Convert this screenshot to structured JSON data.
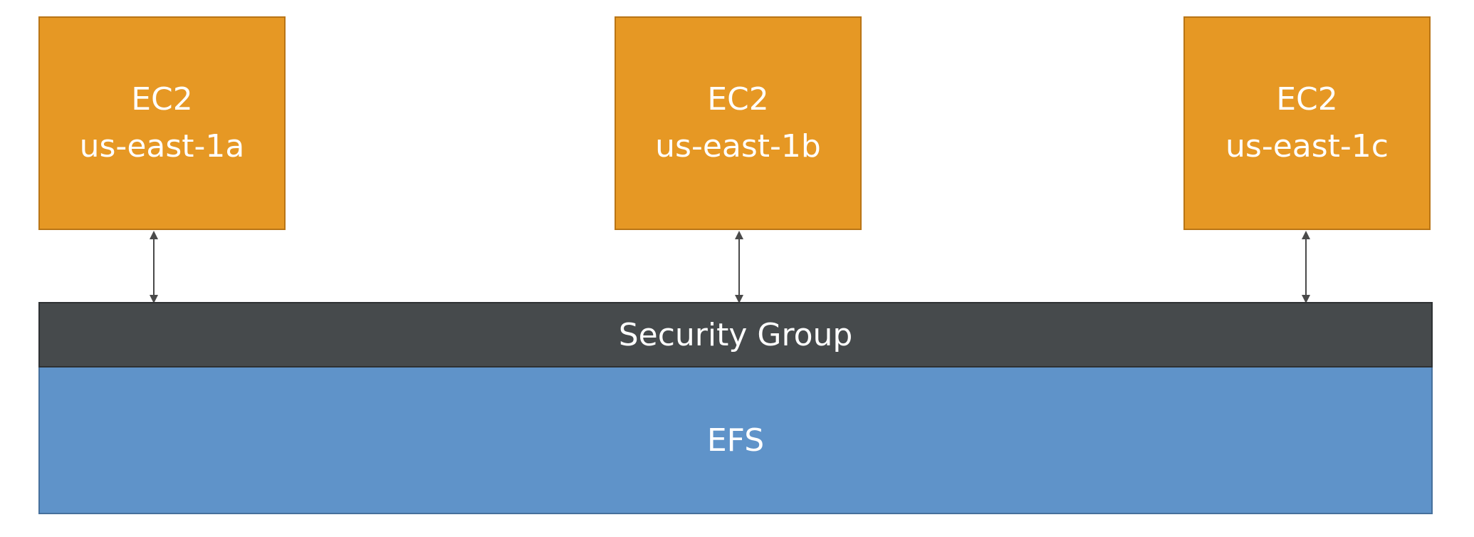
{
  "instances": [
    {
      "title": "EC2",
      "zone": "us-east-1a"
    },
    {
      "title": "EC2",
      "zone": "us-east-1b"
    },
    {
      "title": "EC2",
      "zone": "us-east-1c"
    }
  ],
  "security_group": {
    "label": "Security Group"
  },
  "efs": {
    "label": "EFS"
  },
  "colors": {
    "ec2": "#e69824",
    "security_group": "#464a4c",
    "efs": "#5f93c9",
    "text": "#ffffff",
    "arrow": "#4a4a4a"
  },
  "icons": {
    "connector": "double-headed-arrow-icon"
  }
}
